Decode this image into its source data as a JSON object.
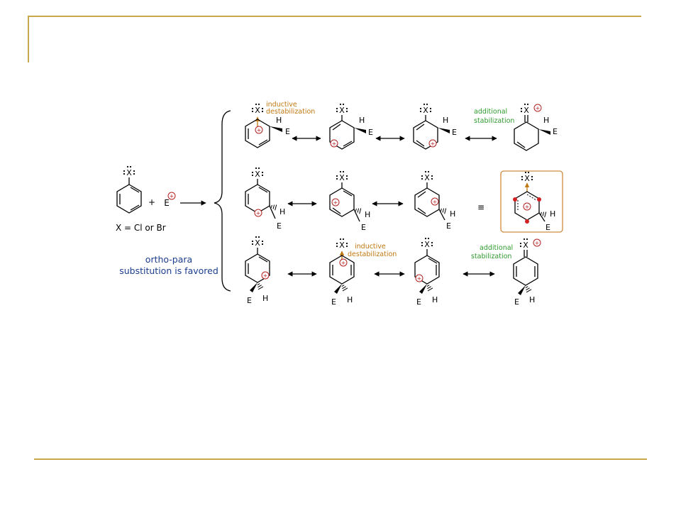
{
  "colors": {
    "frame": "#c8a84b",
    "inductive": "#c07810",
    "additional": "#2f9a2f",
    "conclusion": "#1b3d8f",
    "charge": "#b22222",
    "highlight_box": "#d08a3c"
  },
  "reactant": {
    "substituent": "X",
    "plus": "+",
    "electrophile": "E",
    "caption": "X = Cl or Br"
  },
  "atoms": {
    "x": "X",
    "h": "H",
    "e": "E"
  },
  "charge_symbol": "+",
  "equiv_symbol": "≡",
  "notes": {
    "inductive_line1": "inductive",
    "inductive_line2": "destabilization",
    "additional_line1": "additional",
    "additional_line2": "stabilization"
  },
  "conclusion": {
    "line1": "ortho-para",
    "line2": "substitution is favored"
  }
}
